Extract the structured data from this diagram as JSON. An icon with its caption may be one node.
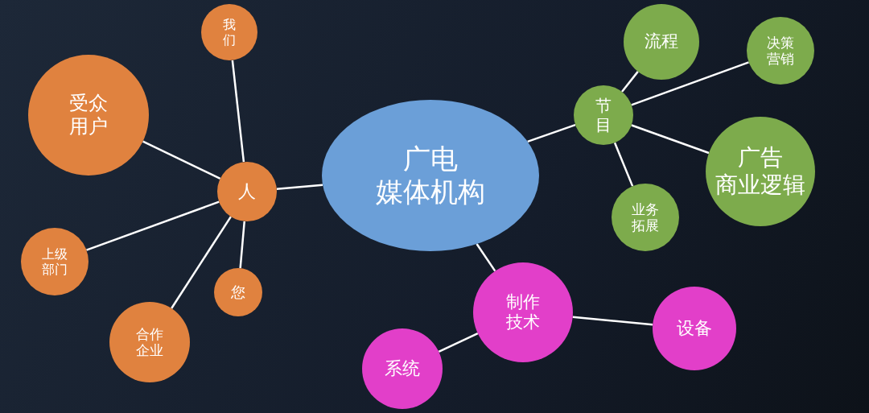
{
  "diagram": {
    "nodes": [
      {
        "text": [
          "广电媒体机构"
        ]
      },
      {
        "text": [
          "人"
        ]
      },
      {
        "text": [
          "我们"
        ]
      },
      {
        "text": [
          "受众用户"
        ]
      },
      {
        "text": [
          "上级部门"
        ]
      },
      {
        "text": [
          "合作企业"
        ]
      },
      {
        "text": [
          "您"
        ]
      },
      {
        "text": [
          "节目"
        ]
      },
      {
        "text": [
          "流程"
        ]
      },
      {
        "text": [
          "决策营销"
        ]
      },
      {
        "text": [
          "广告商业逻辑"
        ]
      },
      {
        "text": [
          "业务拓展"
        ]
      },
      {
        "text": [
          "制作技术"
        ]
      },
      {
        "text": [
          "系统"
        ]
      },
      {
        "text": [
          "设备"
        ]
      }
    ],
    "edges": [
      {
        "from": 0,
        "to": 1,
        "arrow": "none"
      },
      {
        "from": 1,
        "to": 2,
        "arrow": "none"
      },
      {
        "from": 1,
        "to": 3,
        "arrow": "none"
      },
      {
        "from": 1,
        "to": 4,
        "arrow": "none"
      },
      {
        "from": 1,
        "to": 5,
        "arrow": "none"
      },
      {
        "from": 1,
        "to": 6,
        "arrow": "none"
      },
      {
        "from": 0,
        "to": 7,
        "arrow": "none"
      },
      {
        "from": 7,
        "to": 8,
        "arrow": "none"
      },
      {
        "from": 7,
        "to": 9,
        "arrow": "none"
      },
      {
        "from": 7,
        "to": 10,
        "arrow": "none"
      },
      {
        "from": 7,
        "to": 11,
        "arrow": "none"
      },
      {
        "from": 0,
        "to": 12,
        "arrow": "none"
      },
      {
        "from": 12,
        "to": 13,
        "arrow": "none"
      },
      {
        "from": 12,
        "to": 14,
        "arrow": "none"
      }
    ]
  }
}
